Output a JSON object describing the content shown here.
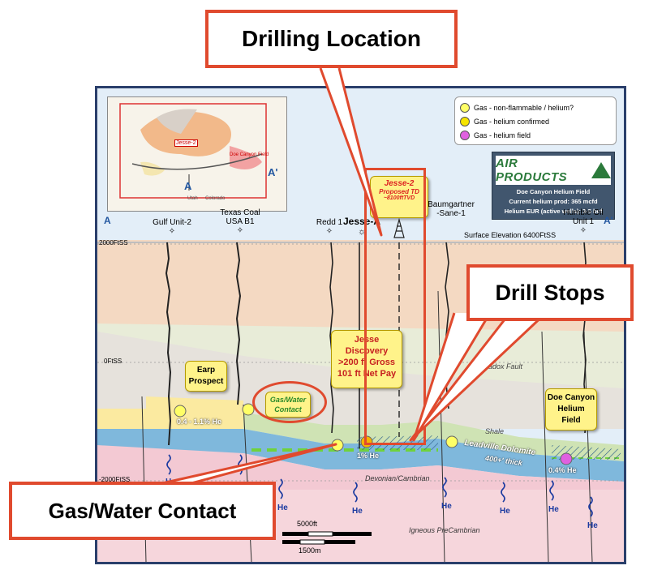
{
  "callouts": {
    "drilling_location": "Drilling Location",
    "drill_stops": "Drill Stops",
    "gas_water_contact": "Gas/Water Contact"
  },
  "legend": {
    "items": [
      {
        "label": "Gas - non-flammable / helium?",
        "color": "#ffff66"
      },
      {
        "label": "Gas - helium confirmed",
        "color": "#f5e400"
      },
      {
        "label": "Gas - helium field",
        "color": "#e060e0"
      }
    ]
  },
  "company": {
    "logo_text": "AIR PRODUCTS",
    "field_name": "Doe Canyon Helium Field",
    "current_prod": "Current helium prod: 365 mcfd",
    "eur": "Helium EUR (active wells): 3-5 bcf"
  },
  "inset_map": {
    "well_label": "Jesse-2",
    "field_label": "Doe Canyon Field",
    "label_a": "A",
    "label_a_prime": "A'",
    "state_left": "Utah",
    "state_right": "Colorado"
  },
  "section": {
    "label_a": "A",
    "label_a_prime": "A'",
    "surface_elevation": "Surface Elevation 6400FtSS",
    "depth_2000": "2000FtSS",
    "depth_0": "0FtSS",
    "depth_neg2000": "-2000FtSS",
    "proposed_well": {
      "name": "Jesse-2",
      "line1": "Proposed TD",
      "line2": "~8100ftTVD"
    },
    "discovery": {
      "line1": "Jesse",
      "line2": "Discovery",
      "line3": ">200 ft Gross",
      "line4": "101 ft Net Pay"
    },
    "earp": {
      "line1": "Earp",
      "line2": "Prospect"
    },
    "gwc_bubble": {
      "line1": "Gas/Water",
      "line2": "Contact"
    },
    "doe_canyon": {
      "line1": "Doe Canyon",
      "line2": "Helium",
      "line3": "Field"
    },
    "pct_earp": "0.4 - 1.1% He",
    "pct_jesse": "1% He",
    "pct_doe": "0.4% He",
    "shale": "Shale",
    "leadville": "Leadville Dolomite",
    "leadville_thick": "400+' thick",
    "devonian": "Devonian/Cambrian",
    "igneous": "Igneous PreCambrian",
    "fault": "Paradox Fault",
    "he": "He",
    "scale_ft": "5000ft",
    "scale_m": "1500m"
  },
  "wells": [
    {
      "line1": "Gulf Unit-2",
      "line2": ""
    },
    {
      "line1": "Texas Coal",
      "line2": "USA B1"
    },
    {
      "line1": "Redd 1",
      "line2": ""
    },
    {
      "line1": "Jesse-A",
      "line2": ""
    },
    {
      "line1": "Baumgartner",
      "line2": "-Sane-1"
    },
    {
      "line1": "Humble Oil",
      "line2": "Unit 1"
    }
  ]
}
